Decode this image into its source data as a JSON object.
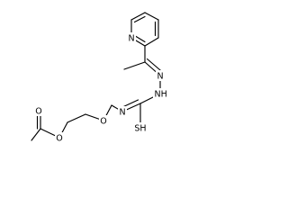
{
  "molecule": {
    "atom_labels": {
      "pyridine_n": "N",
      "hydrazone_n": "N",
      "hydrazine_nh": "NH",
      "thiourea_n": "N",
      "thiol_sh": "SH",
      "ether_o": "O",
      "ester_o": "O",
      "carbonyl_o": "O"
    },
    "colors": {
      "bond": "#000000",
      "label": "#000000",
      "background": "#ffffff"
    }
  }
}
